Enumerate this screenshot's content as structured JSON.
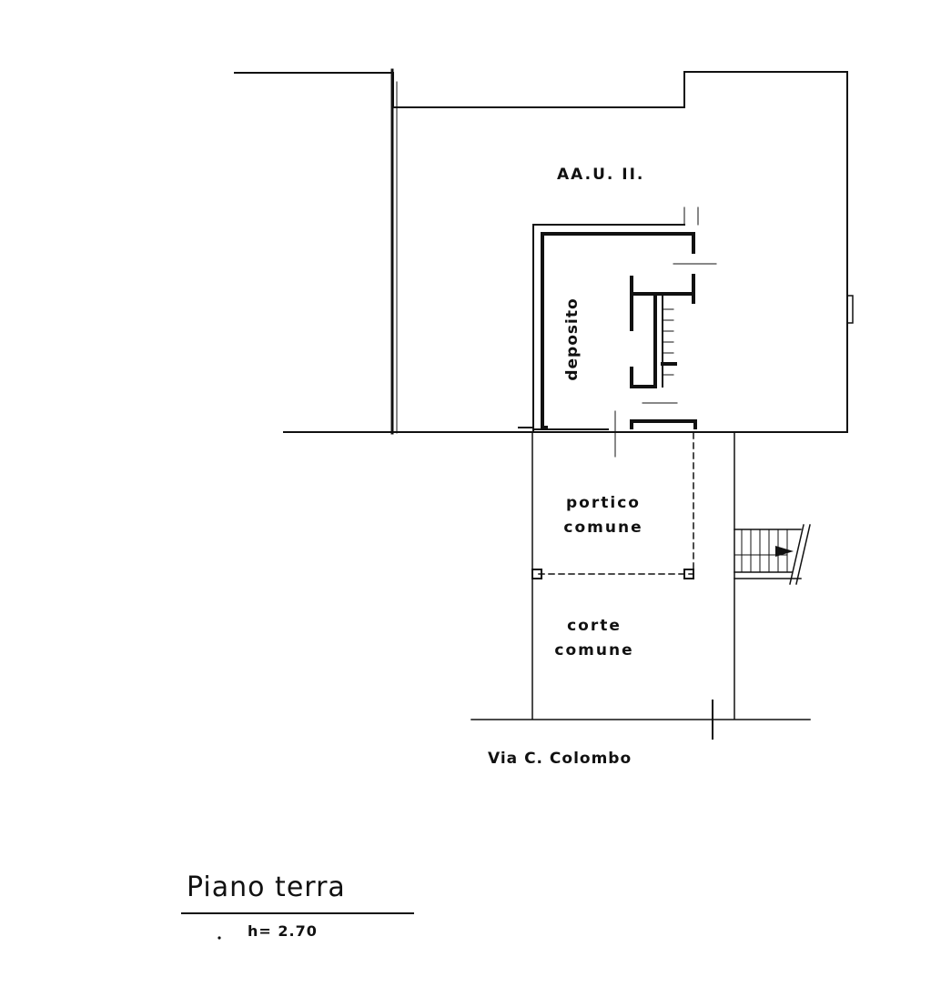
{
  "rooms": {
    "aau": "AA.U. II.",
    "deposito": "deposito",
    "portico": [
      "portico",
      "comune"
    ],
    "corte": [
      "corte",
      "comune"
    ]
  },
  "street": "Via C. Colombo",
  "legend": {
    "title": "Piano terra",
    "height": "h= 2.70"
  }
}
